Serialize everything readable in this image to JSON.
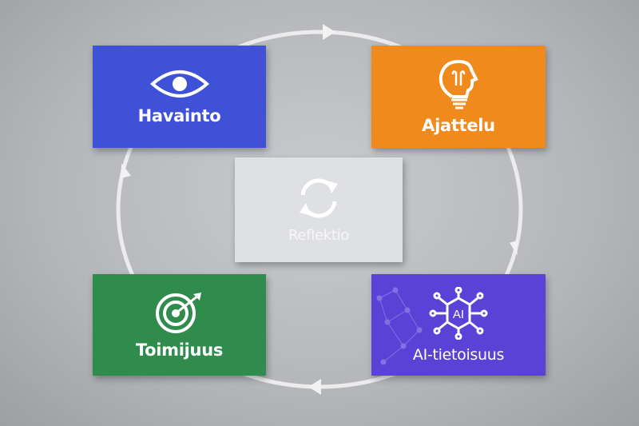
{
  "cards": {
    "havainto": {
      "label": "Havainto",
      "icon": "eye-icon",
      "color": "#3f51d6"
    },
    "ajattelu": {
      "label": "Ajattelu",
      "icon": "lightbulb-head-icon",
      "color": "#f08a1d"
    },
    "reflektio": {
      "label": "Reflektio",
      "icon": "refresh-cycle-icon",
      "color": "#dfe0e4"
    },
    "toimijuus": {
      "label": "Toimijuus",
      "icon": "target-arrow-icon",
      "color": "#2f8c4c"
    },
    "ai_tietoisuus": {
      "label": "AI-tietoisuus",
      "icon_text": "AI",
      "icon": "ai-network-icon",
      "color": "#5a42d6"
    }
  }
}
